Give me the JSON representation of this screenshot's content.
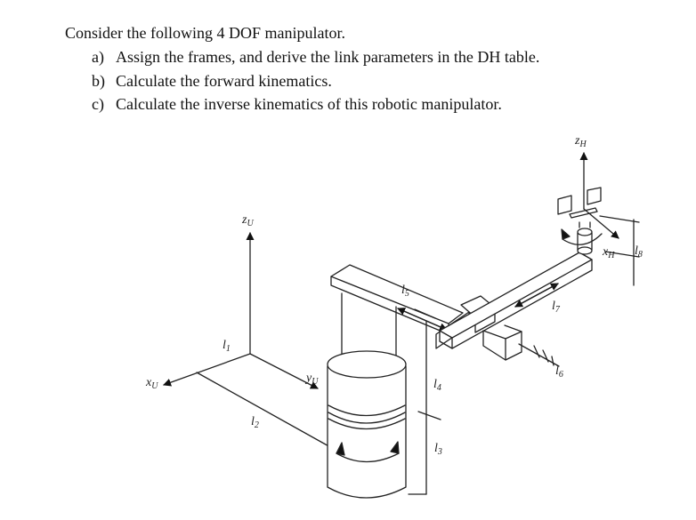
{
  "problem": {
    "intro": "Consider the following 4 DOF manipulator.",
    "items": [
      {
        "label": "a)",
        "text": "Assign the frames, and derive the link parameters in the DH table."
      },
      {
        "label": "b)",
        "text": "Calculate the forward kinematics."
      },
      {
        "label": "c)",
        "text": "Calculate the inverse kinematics of this robotic manipulator."
      }
    ]
  },
  "figure": {
    "labels": {
      "zU": "z",
      "zU_sub": "U",
      "xU": "x",
      "xU_sub": "U",
      "yU": "y",
      "yU_sub": "U",
      "zH": "z",
      "zH_sub": "H",
      "xH": "x",
      "xH_sub": "H",
      "l1": "l",
      "l1_sub": "1",
      "l2": "l",
      "l2_sub": "2",
      "l3": "l",
      "l3_sub": "3",
      "l4": "l",
      "l4_sub": "4",
      "l5": "l",
      "l5_sub": "5",
      "l6": "l",
      "l6_sub": "6",
      "l7": "l",
      "l7_sub": "7",
      "l8": "l",
      "l8_sub": "8"
    }
  }
}
